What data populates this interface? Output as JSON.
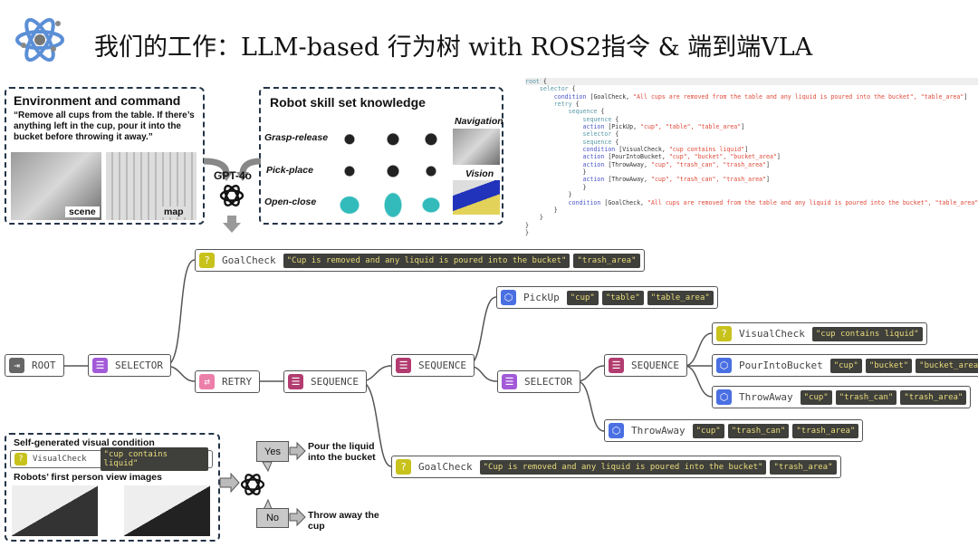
{
  "header": {
    "title": "我们的工作：LLM-based 行为树 with ROS2指令 & 端到端VLA",
    "logo_icon": "atom-icon",
    "accent": "#5b8fd6"
  },
  "env_box": {
    "heading": "Environment and command",
    "command": "“Remove all cups from the table. If there’s anything left in the cup, pour it into the bucket before throwing it away.”",
    "scene_label": "scene",
    "map_label": "map"
  },
  "skill_box": {
    "heading": "Robot skill set knowledge",
    "rows": [
      "Grasp-release",
      "Pick-place",
      "Open-close"
    ],
    "navigation": "Navigation",
    "vision": "Vision"
  },
  "llm": {
    "label": "GPT-4o",
    "icon": "openai-logo-icon"
  },
  "code": [
    {
      "indent": 0,
      "kw": "root",
      "rest": " {"
    },
    {
      "indent": 1,
      "kw": "selector",
      "rest": " {"
    },
    {
      "indent": 2,
      "kw": "condition",
      "rest": " [GoalCheck, ",
      "str": "\"All cups are removed from the table and any liquid is poured into the bucket\", \"table_area\"",
      "end": "]"
    },
    {
      "indent": 2,
      "kw": "retry",
      "rest": " {"
    },
    {
      "indent": 3,
      "kw": "sequence",
      "rest": " {"
    },
    {
      "indent": 4,
      "kw": "sequence",
      "rest": " {"
    },
    {
      "indent": 4,
      "kw": "action",
      "rest": " [PickUp, ",
      "str": "\"cup\", \"table\", \"table_area\"",
      "end": "]"
    },
    {
      "indent": 4,
      "kw": "selector",
      "rest": " {"
    },
    {
      "indent": 4,
      "kw": "sequence",
      "rest": " {"
    },
    {
      "indent": 4,
      "kw": "condition",
      "rest": " [VisualCheck, ",
      "str": "\"cup contains liquid\"",
      "end": "]"
    },
    {
      "indent": 4,
      "kw": "action",
      "rest": " [PourIntoBucket, ",
      "str": "\"cup\", \"bucket\", \"bucket_area\"",
      "end": "]"
    },
    {
      "indent": 4,
      "kw": "action",
      "rest": " [ThrowAway, ",
      "str": "\"cup\", \"trash_can\", \"trash_area\"",
      "end": "]"
    },
    {
      "indent": 4,
      "kw": "",
      "rest": "}"
    },
    {
      "indent": 4,
      "kw": "action",
      "rest": " [ThrowAway, ",
      "str": "\"cup\", \"trash_can\", \"trash_area\"",
      "end": "]"
    },
    {
      "indent": 4,
      "kw": "",
      "rest": "}"
    },
    {
      "indent": 3,
      "kw": "",
      "rest": "}"
    },
    {
      "indent": 3,
      "kw": "condition",
      "rest": " [GoalCheck, ",
      "str": "\"All cups are removed from the table and any liquid is poured into the bucket\", \"table_area\"",
      "end": "]"
    },
    {
      "indent": 2,
      "kw": "",
      "rest": "}"
    },
    {
      "indent": 1,
      "kw": "",
      "rest": "}"
    },
    {
      "indent": 0,
      "kw": "",
      "rest": "}"
    },
    {
      "indent": 0,
      "kw": "",
      "rest": "}"
    }
  ],
  "tree": {
    "type_colors": {
      "root": "#666666",
      "selector": "#a35ad8",
      "retry": "#ec7fa9",
      "sequence": "#b23c6f",
      "condition": "#c8c21c",
      "action": "#4a6fe2"
    },
    "nodes": [
      {
        "id": "root",
        "type": "root",
        "label": "ROOT",
        "args": []
      },
      {
        "id": "sel1",
        "type": "selector",
        "label": "SELECTOR",
        "args": []
      },
      {
        "id": "goal1",
        "type": "condition",
        "label": "GoalCheck",
        "args": [
          "\"Cup is removed and any liquid is poured into the bucket\"",
          "\"trash_area\""
        ]
      },
      {
        "id": "retry",
        "type": "retry",
        "label": "RETRY",
        "args": []
      },
      {
        "id": "seq1",
        "type": "sequence",
        "label": "SEQUENCE",
        "args": []
      },
      {
        "id": "seq2",
        "type": "sequence",
        "label": "SEQUENCE",
        "args": []
      },
      {
        "id": "pickup",
        "type": "action",
        "label": "PickUp",
        "args": [
          "\"cup\"",
          "\"table\"",
          "\"table_area\""
        ]
      },
      {
        "id": "sel2",
        "type": "selector",
        "label": "SELECTOR",
        "args": []
      },
      {
        "id": "goal2",
        "type": "condition",
        "label": "GoalCheck",
        "args": [
          "\"Cup is removed and any liquid is poured into the bucket\"",
          "\"trash_area\""
        ]
      },
      {
        "id": "seq3",
        "type": "sequence",
        "label": "SEQUENCE",
        "args": []
      },
      {
        "id": "visual",
        "type": "condition",
        "label": "VisualCheck",
        "args": [
          "\"cup contains liquid\""
        ]
      },
      {
        "id": "pour",
        "type": "action",
        "label": "PourIntoBucket",
        "args": [
          "\"cup\"",
          "\"bucket\"",
          "\"bucket_area\""
        ]
      },
      {
        "id": "throw1",
        "type": "action",
        "label": "ThrowAway",
        "args": [
          "\"cup\"",
          "\"trash_can\"",
          "\"trash_area\""
        ]
      },
      {
        "id": "throw2",
        "type": "action",
        "label": "ThrowAway",
        "args": [
          "\"cup\"",
          "\"trash_can\"",
          "\"trash_area\""
        ]
      }
    ]
  },
  "visual_box": {
    "heading": "Self-generated visual condition",
    "check_label": "VisualCheck",
    "check_arg": "\"cup contains liquid\"",
    "images_heading": "Robots’ first person view images"
  },
  "decision": {
    "yes": "Yes",
    "yes_result": "Pour the liquid into the bucket",
    "no": "No",
    "no_result": "Throw away the cup"
  }
}
